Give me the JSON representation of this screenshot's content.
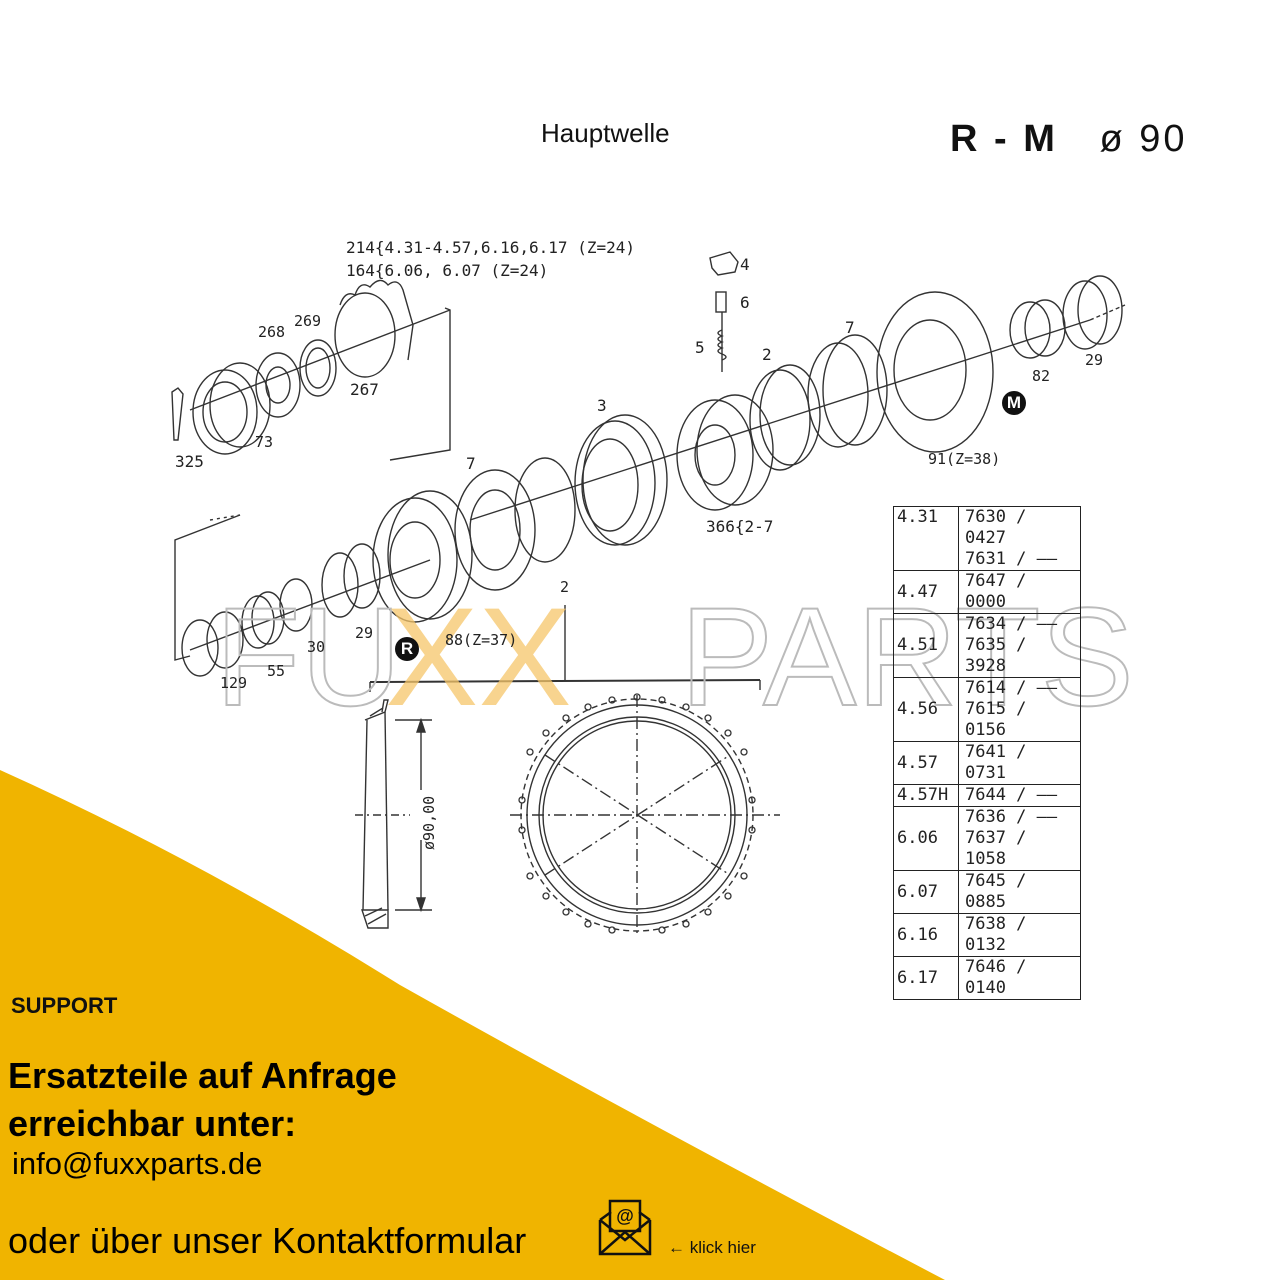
{
  "header": {
    "title": "Hauptwelle",
    "code_prefix": "R - M",
    "code_symbol": "ø",
    "code_value": "90"
  },
  "diagram": {
    "callout_top_line1": "214{4.31-4.57,6.16,6.17 (Z=24)",
    "callout_top_line2": "164{6.06, 6.07 (Z=24)",
    "labels": {
      "p325": "325",
      "p73": "73",
      "p268": "268",
      "p269": "269",
      "p267": "267",
      "p4": "4",
      "p6": "6",
      "p5": "5",
      "p2_top": "2",
      "p7_top": "7",
      "p3": "3",
      "p82": "82",
      "p29_right": "29",
      "p91": "91(Z=38)",
      "p366": "366{2-7",
      "p7_mid": "7",
      "p129": "129",
      "p55": "55",
      "p30": "30",
      "p29_left": "29",
      "p88": "88(Z=37)",
      "p2_bottom": "2",
      "dimension": "ø90,00"
    },
    "badges": {
      "reverse": "R",
      "main": "M"
    }
  },
  "parts_table": {
    "rows": [
      {
        "key": "4.31",
        "values": [
          "7630 / 0427",
          "7631 / ——"
        ]
      },
      {
        "key": "4.47",
        "values": [
          "7647 / 0000"
        ]
      },
      {
        "key": "4.51",
        "values": [
          "7634 / ——",
          "7635 / 3928"
        ]
      },
      {
        "key": "4.56",
        "values": [
          "7614 / ——",
          "7615 / 0156"
        ]
      },
      {
        "key": "4.57",
        "values": [
          "7641 / 0731"
        ]
      },
      {
        "key": "4.57H",
        "values": [
          "7644 / ——"
        ]
      },
      {
        "key": "6.06",
        "values": [
          "7636 / ——",
          "7637 / 1058"
        ]
      },
      {
        "key": "6.07",
        "values": [
          "7645 / 0885"
        ]
      },
      {
        "key": "6.16",
        "values": [
          "7638 / 0132"
        ]
      },
      {
        "key": "6.17",
        "values": [
          "7646 / 0140"
        ]
      }
    ]
  },
  "watermark": {
    "text_outline_left": "FU",
    "text_accent": "XX",
    "text_outline_right": "PARTS",
    "accent_color": "#f5c56a"
  },
  "support": {
    "label": "SUPPORT",
    "headline_line1": "Ersatzteile auf Anfrage",
    "headline_line2": "erreichbar unter:",
    "email": "info@fuxxparts.de",
    "contact_text": "oder über unser Kontaktformular",
    "click_label": "klick hier",
    "click_arrow": "←",
    "icon": "envelope-at-icon",
    "background_color": "#f0b400"
  }
}
